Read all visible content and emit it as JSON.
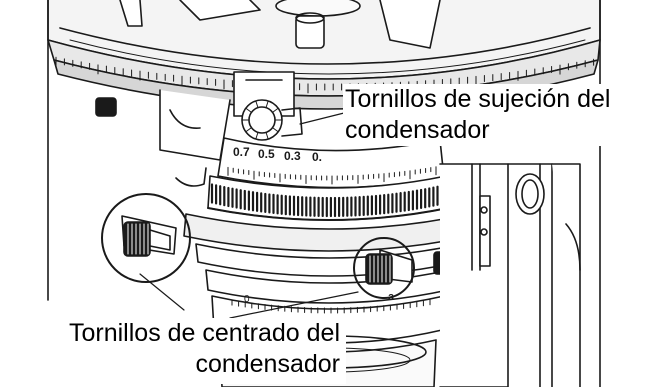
{
  "callouts": {
    "clamping_screws": {
      "line1": "Tornillos de sujeción del",
      "line2": "condensador"
    },
    "centering_screws": {
      "line1": "Tornillos de centrado del",
      "line2": "condensador"
    }
  },
  "scale_markings": {
    "aperture_values": [
      "0.7",
      "0.5",
      "0.3",
      "0."
    ],
    "small_marks": [
      "0",
      "a"
    ]
  },
  "colors": {
    "line_art": "#1a1a1a",
    "background": "#ffffff"
  }
}
